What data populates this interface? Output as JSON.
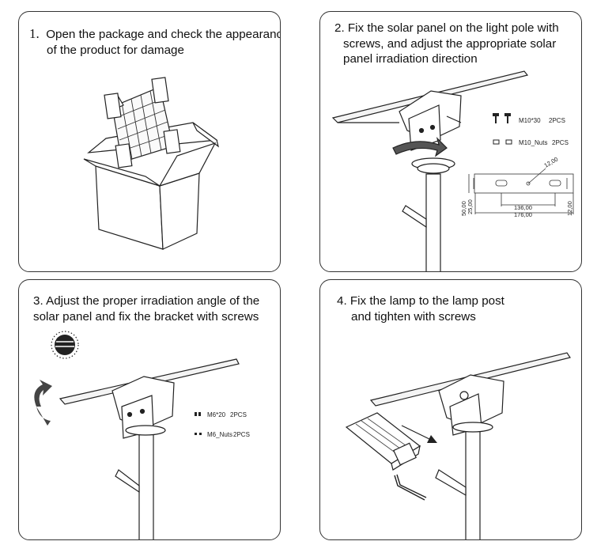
{
  "steps": [
    {
      "number": "1.",
      "lines": [
        "Open the package and check the appearance",
        "of the product for damage"
      ]
    },
    {
      "number": "2.",
      "lines": [
        "Fix the solar panel on the light pole with",
        "screws, and adjust the appropriate solar",
        "panel irradiation direction"
      ],
      "parts": [
        {
          "label": "M10*30",
          "qty": "2PCS"
        },
        {
          "label": "M10_Nuts",
          "qty": "2PCS"
        }
      ],
      "dimensions": [
        "12,00",
        "136,00",
        "176,00",
        "50,00",
        "25,00",
        "12,00"
      ]
    },
    {
      "number": "3.",
      "lines": [
        "Adjust the proper irradiation angle of the",
        "solar panel and fix the bracket with screws"
      ],
      "parts": [
        {
          "label": "M6*20",
          "qty": "2PCS"
        },
        {
          "label": "M6_Nuts",
          "qty": "2PCS"
        }
      ]
    },
    {
      "number": "4.",
      "lines": [
        "Fix the lamp to the lamp post",
        "and tighten with screws"
      ]
    }
  ]
}
